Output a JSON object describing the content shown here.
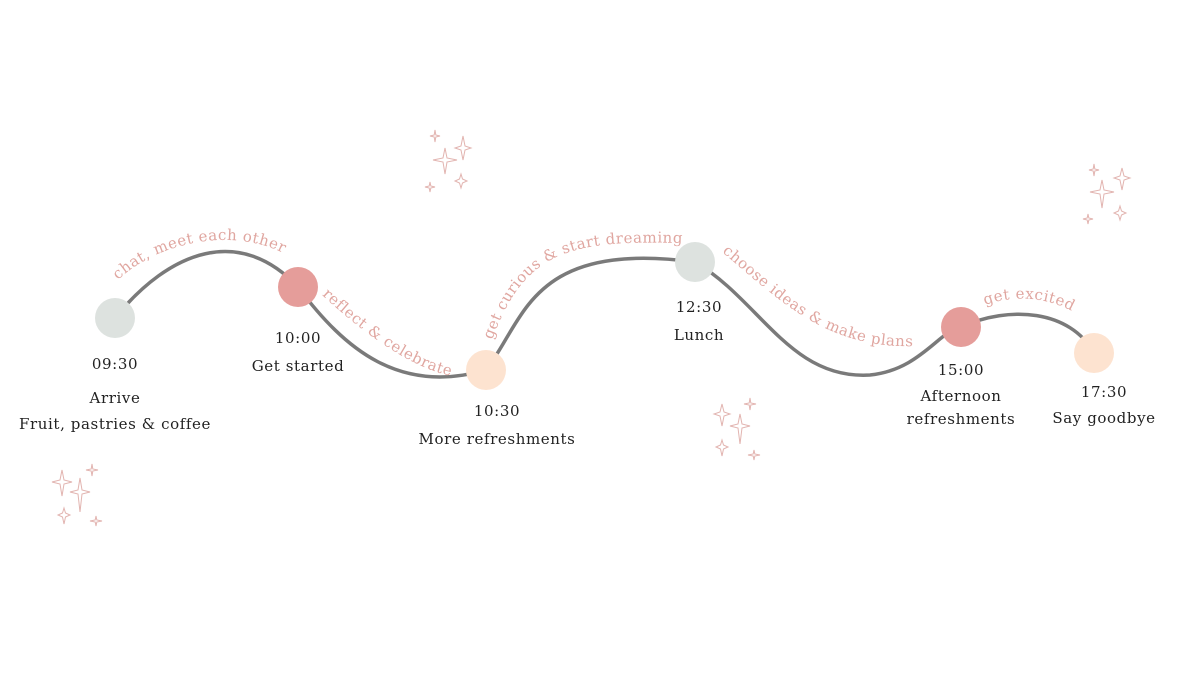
{
  "colors": {
    "path": "#7a7a7a",
    "label": "#e0a6a0",
    "text": "#222222",
    "sage": "#dde2df",
    "rose": "#e59d9a",
    "peach": "#fde3d0",
    "sparkle": "#e2b4b0"
  },
  "stops": [
    {
      "time": "09:30",
      "lines": [
        "Arrive",
        "Fruit, pastries & coffee"
      ],
      "color": "sage"
    },
    {
      "time": "10:00",
      "lines": [
        "Get started"
      ],
      "color": "rose"
    },
    {
      "time": "10:30",
      "lines": [
        "More refreshments"
      ],
      "color": "peach"
    },
    {
      "time": "12:30",
      "lines": [
        "Lunch"
      ],
      "color": "sage"
    },
    {
      "time": "15:00",
      "lines": [
        "Afternoon",
        "refreshments"
      ],
      "color": "rose"
    },
    {
      "time": "17:30",
      "lines": [
        "Say goodbye"
      ],
      "color": "peach"
    }
  ],
  "segments": [
    "chat, meet each other",
    "reflect & celebrate",
    "get curious & start dreaming",
    "choose ideas  & make plans",
    "get excited"
  ],
  "decorations": [
    {
      "icon": "sparkle-cluster-icon"
    },
    {
      "icon": "sparkle-cluster-icon"
    },
    {
      "icon": "sparkle-cluster-icon"
    },
    {
      "icon": "sparkle-cluster-icon"
    }
  ]
}
